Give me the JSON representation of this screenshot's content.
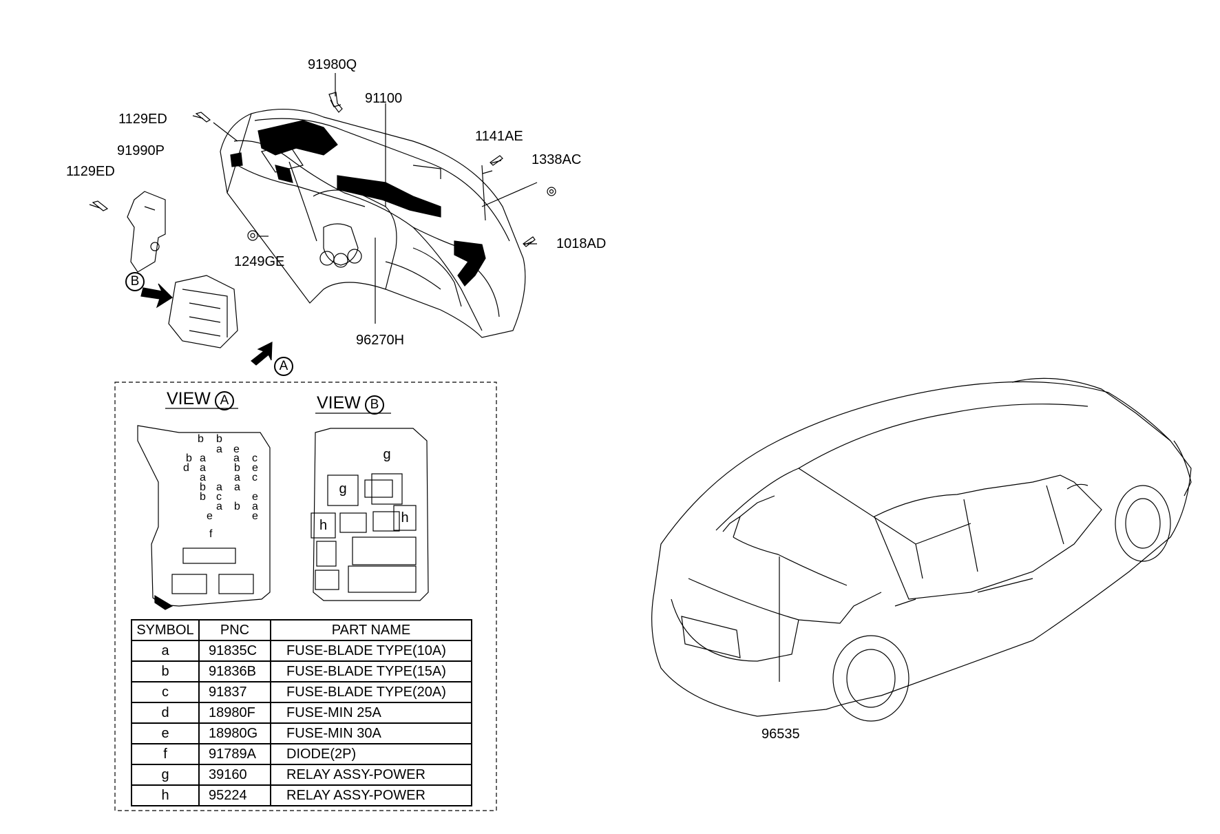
{
  "callouts": {
    "c91980q": "91980Q",
    "c91100": "91100",
    "c1129ed_top": "1129ED",
    "c91990p": "91990P",
    "c1129ed_left": "1129ED",
    "c1141ae": "1141AE",
    "c1338ac": "1338AC",
    "c1249ge": "1249GE",
    "c1018ad": "1018AD",
    "c96270h": "96270H",
    "c96535": "96535"
  },
  "markers": {
    "a": "A",
    "b": "B"
  },
  "views": {
    "view_a_label": "VIEW",
    "view_a_letter": "A",
    "view_b_label": "VIEW",
    "view_b_letter": "B"
  },
  "view_b_boxes": {
    "g": "g",
    "h": "h"
  },
  "view_a_letters": [
    "b",
    "b",
    "a",
    "e",
    "b",
    "a",
    "a",
    "c",
    "d",
    "a",
    "b",
    "e",
    "a",
    "a",
    "c",
    "a",
    "b",
    "a",
    "c",
    "b",
    "e",
    "a",
    "b",
    "a",
    "e",
    "e",
    "f"
  ],
  "table": {
    "headers": [
      "SYMBOL",
      "PNC",
      "PART NAME"
    ],
    "rows": [
      {
        "symbol": "a",
        "pnc": "91835C",
        "name": "FUSE-BLADE TYPE(10A)"
      },
      {
        "symbol": "b",
        "pnc": "91836B",
        "name": "FUSE-BLADE TYPE(15A)"
      },
      {
        "symbol": "c",
        "pnc": "91837",
        "name": "FUSE-BLADE TYPE(20A)"
      },
      {
        "symbol": "d",
        "pnc": "18980F",
        "name": "FUSE-MIN 25A"
      },
      {
        "symbol": "e",
        "pnc": "18980G",
        "name": "FUSE-MIN 30A"
      },
      {
        "symbol": "f",
        "pnc": "91789A",
        "name": "DIODE(2P)"
      },
      {
        "symbol": "g",
        "pnc": "39160",
        "name": "RELAY ASSY-POWER"
      },
      {
        "symbol": "h",
        "pnc": "95224",
        "name": "RELAY ASSY-POWER"
      }
    ]
  },
  "colors": {
    "ink": "#000000",
    "paper": "#ffffff"
  }
}
